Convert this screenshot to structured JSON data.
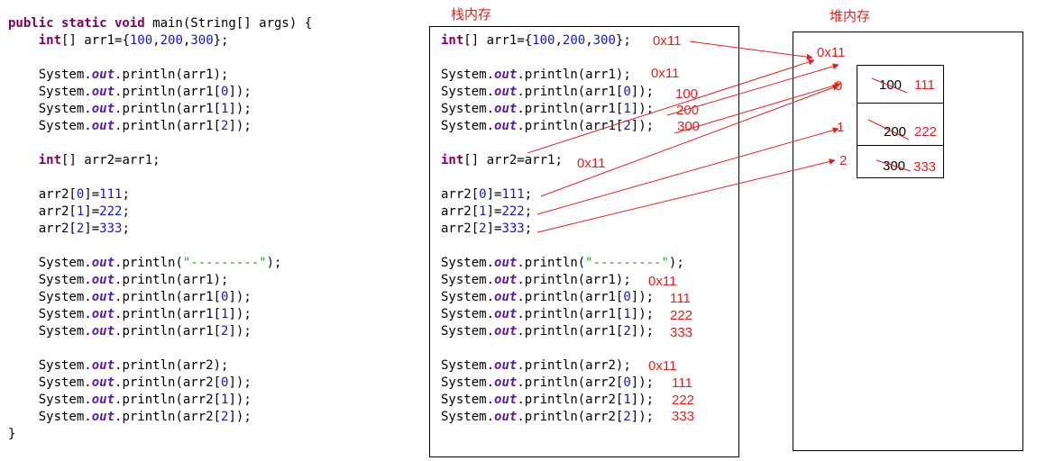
{
  "code": {
    "lines": [
      [
        {
          "t": "public static void",
          "c": "kw"
        },
        {
          "t": " main(String[] args) {"
        }
      ],
      [
        {
          "t": "    "
        },
        {
          "t": "int",
          "c": "kw"
        },
        {
          "t": "[] arr1={"
        },
        {
          "t": "100",
          "c": "num"
        },
        {
          "t": ","
        },
        {
          "t": "200",
          "c": "num"
        },
        {
          "t": ","
        },
        {
          "t": "300",
          "c": "num"
        },
        {
          "t": "};"
        }
      ],
      [],
      [
        {
          "t": "    System."
        },
        {
          "t": "out",
          "c": "out"
        },
        {
          "t": ".println(arr1);"
        }
      ],
      [
        {
          "t": "    System."
        },
        {
          "t": "out",
          "c": "out"
        },
        {
          "t": ".println(arr1["
        },
        {
          "t": "0",
          "c": "num"
        },
        {
          "t": "]);"
        }
      ],
      [
        {
          "t": "    System."
        },
        {
          "t": "out",
          "c": "out"
        },
        {
          "t": ".println(arr1["
        },
        {
          "t": "1",
          "c": "num"
        },
        {
          "t": "]);"
        }
      ],
      [
        {
          "t": "    System."
        },
        {
          "t": "out",
          "c": "out"
        },
        {
          "t": ".println(arr1["
        },
        {
          "t": "2",
          "c": "num"
        },
        {
          "t": "]);"
        }
      ],
      [],
      [
        {
          "t": "    "
        },
        {
          "t": "int",
          "c": "kw"
        },
        {
          "t": "[] arr2=arr1;"
        }
      ],
      [],
      [
        {
          "t": "    arr2["
        },
        {
          "t": "0",
          "c": "num"
        },
        {
          "t": "]="
        },
        {
          "t": "111",
          "c": "num"
        },
        {
          "t": ";"
        }
      ],
      [
        {
          "t": "    arr2["
        },
        {
          "t": "1",
          "c": "num"
        },
        {
          "t": "]="
        },
        {
          "t": "222",
          "c": "num"
        },
        {
          "t": ";"
        }
      ],
      [
        {
          "t": "    arr2["
        },
        {
          "t": "2",
          "c": "num"
        },
        {
          "t": "]="
        },
        {
          "t": "333",
          "c": "num"
        },
        {
          "t": ";"
        }
      ],
      [],
      [
        {
          "t": "    System."
        },
        {
          "t": "out",
          "c": "out"
        },
        {
          "t": ".println("
        },
        {
          "t": "\"---------\"",
          "c": "str"
        },
        {
          "t": ");"
        }
      ],
      [
        {
          "t": "    System."
        },
        {
          "t": "out",
          "c": "out"
        },
        {
          "t": ".println(arr1);"
        }
      ],
      [
        {
          "t": "    System."
        },
        {
          "t": "out",
          "c": "out"
        },
        {
          "t": ".println(arr1["
        },
        {
          "t": "0",
          "c": "num"
        },
        {
          "t": "]);"
        }
      ],
      [
        {
          "t": "    System."
        },
        {
          "t": "out",
          "c": "out"
        },
        {
          "t": ".println(arr1["
        },
        {
          "t": "1",
          "c": "num"
        },
        {
          "t": "]);"
        }
      ],
      [
        {
          "t": "    System."
        },
        {
          "t": "out",
          "c": "out"
        },
        {
          "t": ".println(arr1["
        },
        {
          "t": "2",
          "c": "num"
        },
        {
          "t": "]);"
        }
      ],
      [],
      [
        {
          "t": "    System."
        },
        {
          "t": "out",
          "c": "out"
        },
        {
          "t": ".println(arr2);"
        }
      ],
      [
        {
          "t": "    System."
        },
        {
          "t": "out",
          "c": "out"
        },
        {
          "t": ".println(arr2["
        },
        {
          "t": "0",
          "c": "num"
        },
        {
          "t": "]);"
        }
      ],
      [
        {
          "t": "    System."
        },
        {
          "t": "out",
          "c": "out"
        },
        {
          "t": ".println(arr2["
        },
        {
          "t": "1",
          "c": "num"
        },
        {
          "t": "]);"
        }
      ],
      [
        {
          "t": "    System."
        },
        {
          "t": "out",
          "c": "out"
        },
        {
          "t": ".println(arr2["
        },
        {
          "t": "2",
          "c": "num"
        },
        {
          "t": "]);"
        }
      ],
      [
        {
          "t": "}"
        }
      ]
    ]
  },
  "stack": {
    "title": "栈内存",
    "lines": [
      [
        {
          "t": "int",
          "c": "kw"
        },
        {
          "t": "[] arr1={"
        },
        {
          "t": "100",
          "c": "num"
        },
        {
          "t": ","
        },
        {
          "t": "200",
          "c": "num"
        },
        {
          "t": ","
        },
        {
          "t": "300",
          "c": "num"
        },
        {
          "t": "};"
        }
      ],
      [],
      [
        {
          "t": "System."
        },
        {
          "t": "out",
          "c": "out"
        },
        {
          "t": ".println(arr1);"
        }
      ],
      [
        {
          "t": "System."
        },
        {
          "t": "out",
          "c": "out"
        },
        {
          "t": ".println(arr1["
        },
        {
          "t": "0",
          "c": "num"
        },
        {
          "t": "]);"
        }
      ],
      [
        {
          "t": "System."
        },
        {
          "t": "out",
          "c": "out"
        },
        {
          "t": ".println(arr1["
        },
        {
          "t": "1",
          "c": "num"
        },
        {
          "t": "]);"
        }
      ],
      [
        {
          "t": "System."
        },
        {
          "t": "out",
          "c": "out"
        },
        {
          "t": ".println(arr1["
        },
        {
          "t": "2",
          "c": "num"
        },
        {
          "t": "]);"
        }
      ],
      [],
      [
        {
          "t": "int",
          "c": "kw"
        },
        {
          "t": "[] arr2=arr1;"
        }
      ],
      [],
      [
        {
          "t": "arr2["
        },
        {
          "t": "0",
          "c": "num"
        },
        {
          "t": "]="
        },
        {
          "t": "111",
          "c": "num"
        },
        {
          "t": ";"
        }
      ],
      [
        {
          "t": "arr2["
        },
        {
          "t": "1",
          "c": "num"
        },
        {
          "t": "]="
        },
        {
          "t": "222",
          "c": "num"
        },
        {
          "t": ";"
        }
      ],
      [
        {
          "t": "arr2["
        },
        {
          "t": "2",
          "c": "num"
        },
        {
          "t": "]="
        },
        {
          "t": "333",
          "c": "num"
        },
        {
          "t": ";"
        }
      ],
      [],
      [
        {
          "t": "System."
        },
        {
          "t": "out",
          "c": "out"
        },
        {
          "t": ".println("
        },
        {
          "t": "\"---------\"",
          "c": "str"
        },
        {
          "t": ");"
        }
      ],
      [
        {
          "t": "System."
        },
        {
          "t": "out",
          "c": "out"
        },
        {
          "t": ".println(arr1);"
        }
      ],
      [
        {
          "t": "System."
        },
        {
          "t": "out",
          "c": "out"
        },
        {
          "t": ".println(arr1["
        },
        {
          "t": "0",
          "c": "num"
        },
        {
          "t": "]);"
        }
      ],
      [
        {
          "t": "System."
        },
        {
          "t": "out",
          "c": "out"
        },
        {
          "t": ".println(arr1["
        },
        {
          "t": "1",
          "c": "num"
        },
        {
          "t": "]);"
        }
      ],
      [
        {
          "t": "System."
        },
        {
          "t": "out",
          "c": "out"
        },
        {
          "t": ".println(arr1["
        },
        {
          "t": "2",
          "c": "num"
        },
        {
          "t": "]);"
        }
      ],
      [],
      [
        {
          "t": "System."
        },
        {
          "t": "out",
          "c": "out"
        },
        {
          "t": ".println(arr2);"
        }
      ],
      [
        {
          "t": "System."
        },
        {
          "t": "out",
          "c": "out"
        },
        {
          "t": ".println(arr2["
        },
        {
          "t": "0",
          "c": "num"
        },
        {
          "t": "]);"
        }
      ],
      [
        {
          "t": "System."
        },
        {
          "t": "out",
          "c": "out"
        },
        {
          "t": ".println(arr2["
        },
        {
          "t": "1",
          "c": "num"
        },
        {
          "t": "]);"
        }
      ],
      [
        {
          "t": "System."
        },
        {
          "t": "out",
          "c": "out"
        },
        {
          "t": ".println(arr2["
        },
        {
          "t": "2",
          "c": "num"
        },
        {
          "t": "]);"
        }
      ]
    ],
    "notes": {
      "arr1_addr": "0x11",
      "print_arr1": "0x11",
      "print_arr1_0": "100",
      "print_arr1_1": "200",
      "print_arr1_2": "300",
      "arr2_addr": "0x11",
      "after_arr1": "0x11",
      "after_arr1_0": "111",
      "after_arr1_1": "222",
      "after_arr1_2": "333",
      "after_arr2": "0x11",
      "after_arr2_0": "111",
      "after_arr2_1": "222",
      "after_arr2_2": "333"
    }
  },
  "heap": {
    "title": "堆内存",
    "address": "0x11",
    "indices": [
      "0",
      "1",
      "2"
    ],
    "old_values": [
      "100",
      "200",
      "300"
    ],
    "new_values": [
      "111",
      "222",
      "333"
    ]
  },
  "colors": {
    "annotation": "#e02020",
    "keyword": "#7f0055",
    "number": "#1515c8",
    "string": "#2a9d1f",
    "field": "#5a1aa8"
  }
}
